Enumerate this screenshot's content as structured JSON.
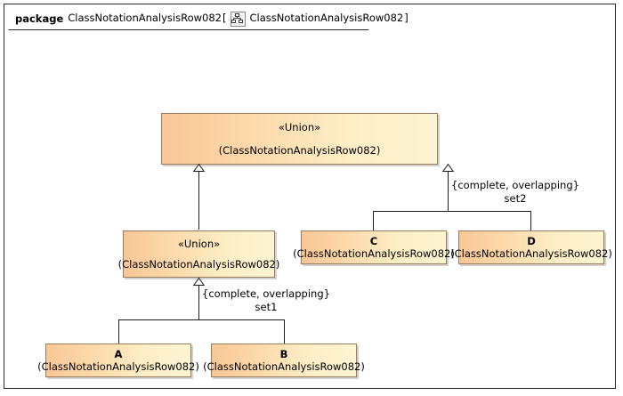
{
  "diagram": {
    "frame": {
      "keyword": "package",
      "name": "ClassNotationAnalysisRow082",
      "bracket_open": "[",
      "kind_icon": "class-diagram-icon",
      "diagram_name": "ClassNotationAnalysisRow082",
      "bracket_close": "]"
    },
    "colors": {
      "box_fill_left": "#f9c795",
      "box_fill_right": "#fdf4d2",
      "box_border": "#9a7b5a",
      "line": "#1c1c1c",
      "frame_border": "#2b2b2b",
      "background": "#ffffff"
    },
    "classes": [
      {
        "id": "union-top",
        "stereotype": "«Union»",
        "qualifier": "(ClassNotationAnalysisRow082)",
        "bold_name": false
      },
      {
        "id": "union-mid",
        "stereotype": "«Union»",
        "qualifier": "(ClassNotationAnalysisRow082)",
        "bold_name": false
      },
      {
        "id": "class-c",
        "name": "C",
        "qualifier": "(ClassNotationAnalysisRow082)",
        "bold_name": true
      },
      {
        "id": "class-d",
        "name": "D",
        "qualifier": "(ClassNotationAnalysisRow082)",
        "bold_name": true
      },
      {
        "id": "class-a",
        "name": "A",
        "qualifier": "(ClassNotationAnalysisRow082)",
        "bold_name": true
      },
      {
        "id": "class-b",
        "name": "B",
        "qualifier": "(ClassNotationAnalysisRow082)",
        "bold_name": true
      }
    ],
    "generalization_sets": [
      {
        "id": "set2",
        "constraint": "{complete, overlapping}",
        "label": "set2",
        "general": "union-top",
        "specifics": [
          "class-c",
          "class-d"
        ]
      },
      {
        "id": "set1",
        "constraint": "{complete, overlapping}",
        "label": "set1",
        "general": "union-mid",
        "specifics": [
          "class-a",
          "class-b"
        ]
      }
    ],
    "generalizations": [
      {
        "specific": "union-mid",
        "general": "union-top"
      }
    ]
  }
}
